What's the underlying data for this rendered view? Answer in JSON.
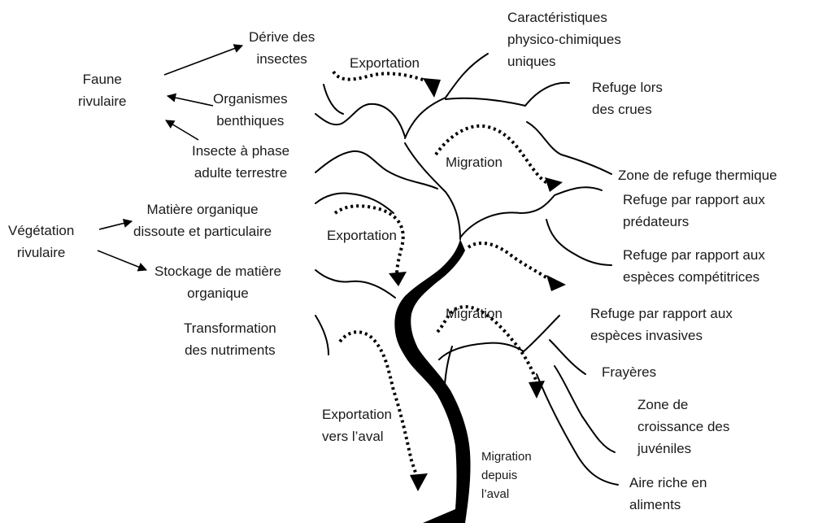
{
  "colors": {
    "ink": "#000000",
    "text": "#1a1a1a",
    "background": "#ffffff"
  },
  "left": {
    "faune": "Faune\nrivulaire",
    "derive": "Dérive des\ninsectes",
    "benthiques": "Organismes\nbenthiques",
    "insecte": "Insecte à phase\nadulte terrestre",
    "vegetation": "Végétation\nrivulaire",
    "matiere": "Matière organique\ndissoute et particulaire",
    "stockage": "Stockage de matière\norganique",
    "transformation": "Transformation\ndes nutriments"
  },
  "flows": {
    "exportation_top": "Exportation",
    "exportation_mid": "Exportation",
    "exportation_aval": "Exportation\nvers l’aval",
    "migration_top": "Migration",
    "migration_mid": "Migration",
    "migration_aval": "Migration\ndepuis\nl’aval"
  },
  "right": {
    "physico": "Caractéristiques\nphysico-chimiques\nuniques",
    "crues": "Refuge lors\ndes crues",
    "thermique": "Zone de refuge thermique",
    "predateurs": "Refuge par rapport aux\nprédateurs",
    "competitrices": "Refuge par rapport aux\nespèces compétitrices",
    "invasives": "Refuge par rapport aux\nespèces invasives",
    "frayeres": "Frayères",
    "juveniles": "Zone de\ncroissance des\njuvéniles",
    "aliments": "Aire riche en\naliments"
  }
}
